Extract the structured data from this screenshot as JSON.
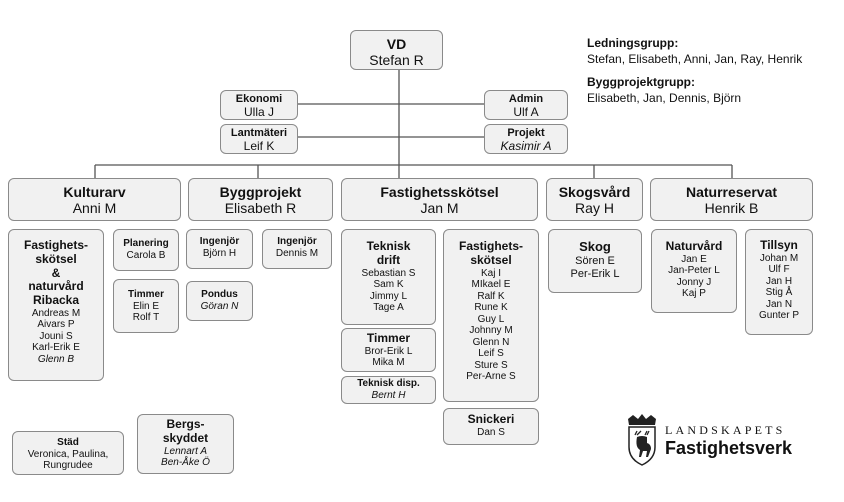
{
  "vd": {
    "title": "VD",
    "name": "Stefan R"
  },
  "staff": {
    "ekonomi": {
      "title": "Ekonomi",
      "name": "Ulla J"
    },
    "lantmateri": {
      "title": "Lantmäteri",
      "name": "Leif K"
    },
    "admin": {
      "title": "Admin",
      "name": "Ulf A"
    },
    "projekt": {
      "title": "Projekt",
      "name": "Kasimir A"
    }
  },
  "groups": {
    "ledning_title": "Ledningsgrupp:",
    "ledning_members": "Stefan, Elisabeth, Anni, Jan, Ray, Henrik",
    "bygg_title": "Byggprojektgrupp:",
    "bygg_members": "Elisabeth, Jan, Dennis, Björn"
  },
  "departments": {
    "kulturarv": {
      "title": "Kulturarv",
      "name": "Anni M"
    },
    "byggprojekt": {
      "title": "Byggprojekt",
      "name": "Elisabeth R"
    },
    "fastighetsskotsel": {
      "title": "Fastighetsskötsel",
      "name": "Jan M"
    },
    "skogsvard": {
      "title": "Skogsvård",
      "name": "Ray H"
    },
    "naturreservat": {
      "title": "Naturreservat",
      "name": "Henrik B"
    }
  },
  "units": {
    "fast_natur": {
      "title_lines": [
        "Fastighets-",
        "skötsel",
        "&",
        "naturvård",
        "Ribacka"
      ],
      "members": [
        "Andreas M",
        "Aivars P",
        "Jouni S",
        "Karl-Erik E"
      ],
      "italic": [
        "Glenn B"
      ]
    },
    "planering": {
      "title": "Planering",
      "members": [
        "Carola B"
      ]
    },
    "timmer_k": {
      "title": "Timmer",
      "members": [
        "Elin E",
        "Rolf T"
      ]
    },
    "stad": {
      "title": "Städ",
      "members": [
        "Veronica, Paulina,",
        "Rungrudee"
      ]
    },
    "bergs": {
      "title_lines": [
        "Bergs-",
        "skyddet"
      ],
      "italic": [
        "Lennart A",
        "Ben-Åke Ö"
      ]
    },
    "ingenjor1": {
      "title": "Ingenjör",
      "members": [
        "Björn H"
      ]
    },
    "ingenjor2": {
      "title": "Ingenjör",
      "members": [
        "Dennis M"
      ]
    },
    "pondus": {
      "title": "Pondus",
      "italic": [
        "Göran N"
      ]
    },
    "teknisk_drift": {
      "title_lines": [
        "Teknisk",
        "drift"
      ],
      "members": [
        "Sebastian S",
        "Sam K",
        "Jimmy L",
        "Tage A"
      ]
    },
    "timmer_f": {
      "title": "Timmer",
      "members": [
        "Bror-Erik L",
        "Mika M"
      ]
    },
    "teknisk_disp": {
      "title": "Teknisk disp.",
      "italic": [
        "Bernt H"
      ]
    },
    "fast_team": {
      "title_lines": [
        "Fastighets-",
        "skötsel"
      ],
      "members": [
        "Kaj I",
        "MIkael E",
        "Ralf K",
        "Rune K",
        "Guy L",
        "Johnny M",
        "Glenn N",
        "Leif S",
        "Sture S",
        "Per-Arne S"
      ]
    },
    "snickeri": {
      "title": "Snickeri",
      "members": [
        "Dan S"
      ]
    },
    "skog": {
      "title": "Skog",
      "members": [
        "Sören E",
        "Per-Erik L"
      ]
    },
    "naturvard": {
      "title": "Naturvård",
      "members": [
        "Jan E",
        "Jan-Peter L",
        "Jonny J",
        "Kaj P"
      ]
    },
    "tillsyn": {
      "title": "Tillsyn",
      "members": [
        "Johan M",
        "Ulf F",
        "Jan H",
        "Stig Å",
        "Jan N",
        "Gunter P"
      ]
    }
  },
  "logo": {
    "line1": "LANDSKAPETS",
    "line2": "Fastighetsverk",
    "emblem": "deer-crest-icon"
  },
  "colors": {
    "box_fill": "#f1f1f1",
    "box_border": "#8a8a8a",
    "connector": "#555555"
  }
}
